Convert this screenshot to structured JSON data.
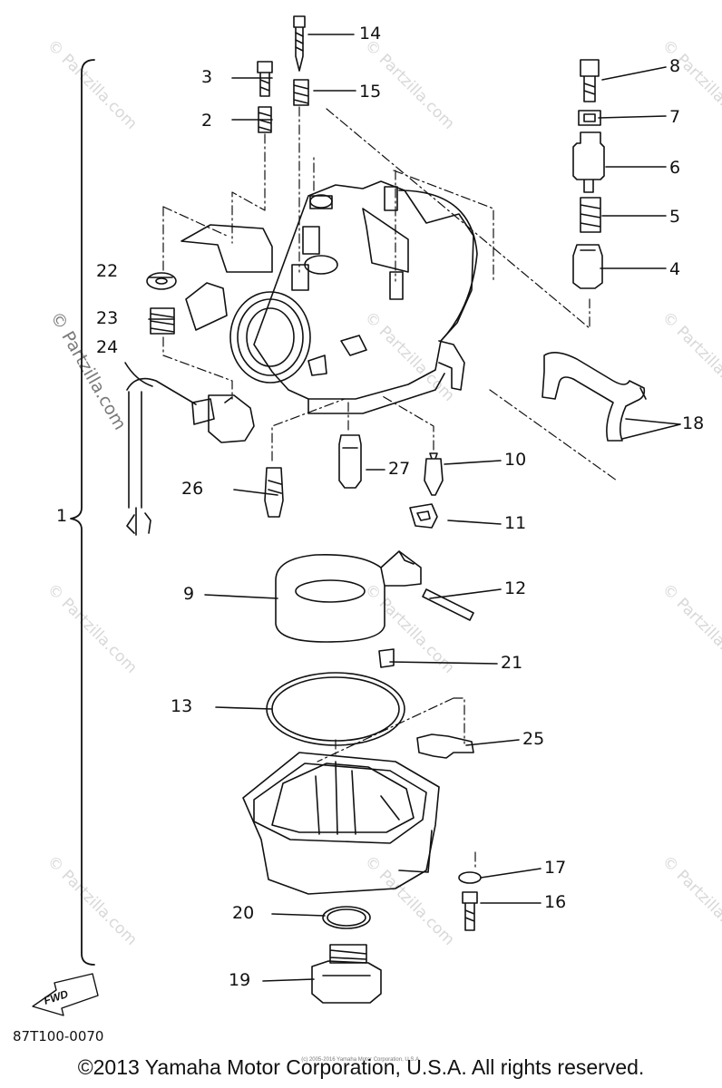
{
  "watermark": "© Partzilla.com",
  "side_copyright": "© Partzilla.com",
  "assembly_label": "1",
  "fwd_label": "FWD",
  "diagram_code": "87T100-0070",
  "footer": "©2013 Yamaha Motor Corporation, U.S.A. All rights reserved.",
  "footer_small": "(c) 2005-2016 Yamaha Motor Corporation, U.S.A.",
  "callouts": {
    "c2": "2",
    "c3": "3",
    "c4": "4",
    "c5": "5",
    "c6": "6",
    "c7": "7",
    "c8": "8",
    "c9": "9",
    "c10": "10",
    "c11": "11",
    "c12": "12",
    "c13": "13",
    "c14": "14",
    "c15": "15",
    "c16": "16",
    "c17": "17",
    "c18": "18",
    "c19": "19",
    "c20": "20",
    "c21": "21",
    "c22": "22",
    "c23": "23",
    "c24": "24",
    "c25": "25",
    "c26": "26",
    "c27": "27"
  }
}
